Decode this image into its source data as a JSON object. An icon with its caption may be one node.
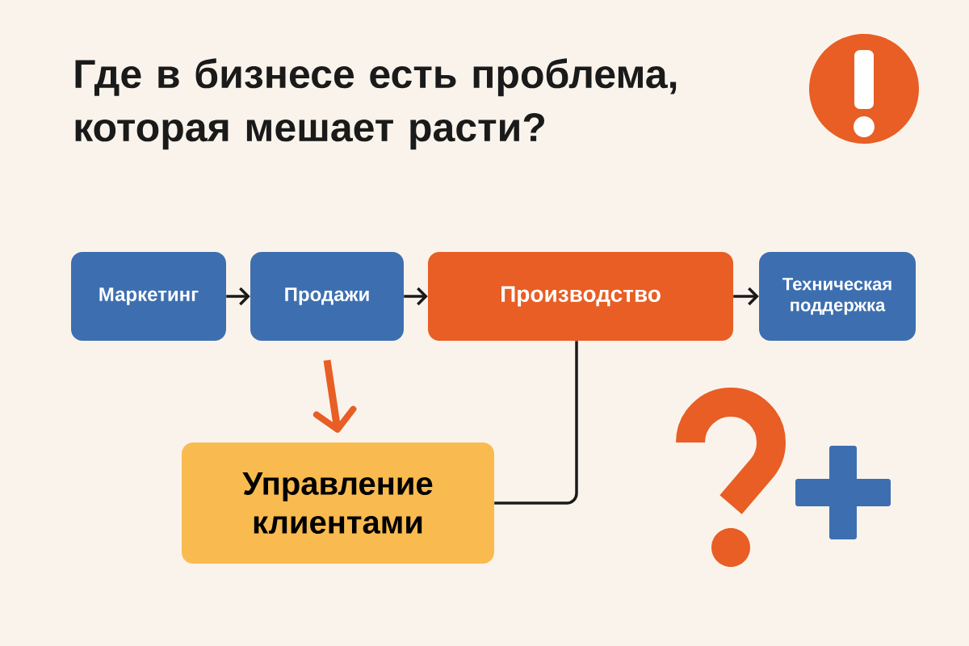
{
  "diagram": {
    "title": "Где в бизнесе есть проблема, которая мешает расти?",
    "nodes": [
      {
        "text": [
          "Маркетинг"
        ]
      },
      {
        "text": [
          "Продажи"
        ]
      },
      {
        "text": [
          "Производство"
        ]
      },
      {
        "text": [
          "Техническая поддержка"
        ]
      },
      {
        "text": [
          "Управление клиентами"
        ]
      }
    ],
    "edges": [
      {
        "from": 0,
        "to": 1,
        "arrow": "to"
      },
      {
        "from": 1,
        "to": 2,
        "arrow": "to"
      },
      {
        "from": 2,
        "to": 3,
        "arrow": "to"
      },
      {
        "from": 1,
        "to": 4,
        "arrow": "to",
        "style": "thick",
        "color": "#e85e24"
      },
      {
        "from": 2,
        "to": 4,
        "arrow": "none"
      }
    ]
  }
}
